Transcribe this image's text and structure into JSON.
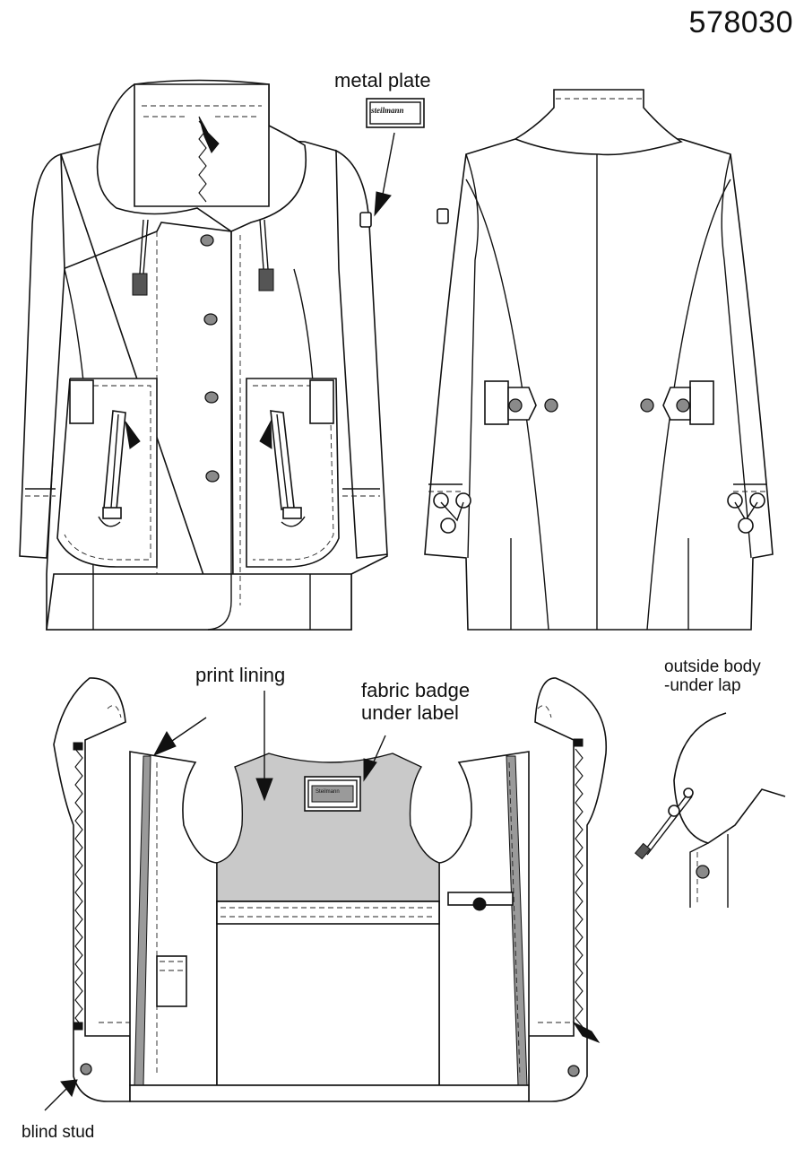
{
  "style_number": "578030",
  "labels": {
    "metal_plate": "metal plate",
    "plate_brand": "steilmann",
    "print_lining": "print lining",
    "fabric_badge": "fabric badge\nunder label",
    "badge_brand": "Steilmann",
    "outside_body": "outside body\n-under lap",
    "blind_stud": "blind stud"
  },
  "colors": {
    "outline": "#111111",
    "lining": "#c9c9c9",
    "button": "#8a8a8a"
  }
}
